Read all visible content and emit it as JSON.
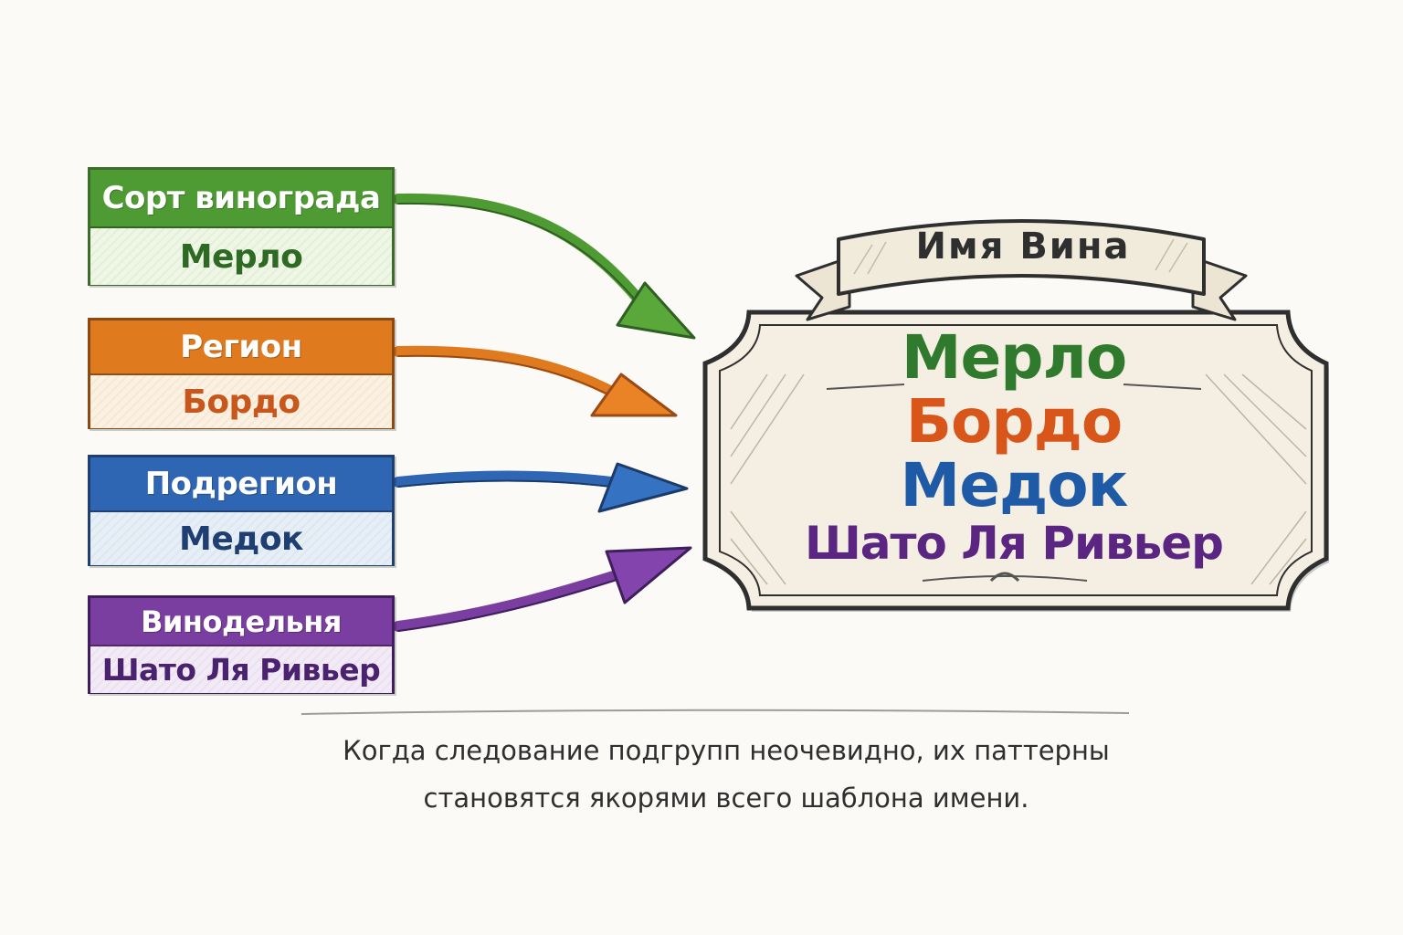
{
  "diagram": {
    "inputs": [
      {
        "id": "grape",
        "header": "Сорт винограда",
        "value": "Мерло",
        "color": "#4f9b33",
        "value_color": "#2f6a24"
      },
      {
        "id": "region",
        "header": "Регион",
        "value": "Бордо",
        "color": "#e07a1f",
        "value_color": "#c7571a"
      },
      {
        "id": "subregion",
        "header": "Подрегион",
        "value": "Медок",
        "color": "#2e66b4",
        "value_color": "#1f3f73"
      },
      {
        "id": "winery",
        "header": "Винодельня",
        "value": "Шато Ля Ривьер",
        "color": "#7a3ea0",
        "value_color": "#4a2270"
      }
    ],
    "label": {
      "banner": "Имя Вина",
      "lines": [
        "Мерло",
        "Бордо",
        "Медок",
        "Шато Ля Ривьер"
      ]
    },
    "caption": [
      "Когда следование подгрупп неочевидно, их паттерны",
      "становятся якорями всего шаблона имени."
    ]
  }
}
